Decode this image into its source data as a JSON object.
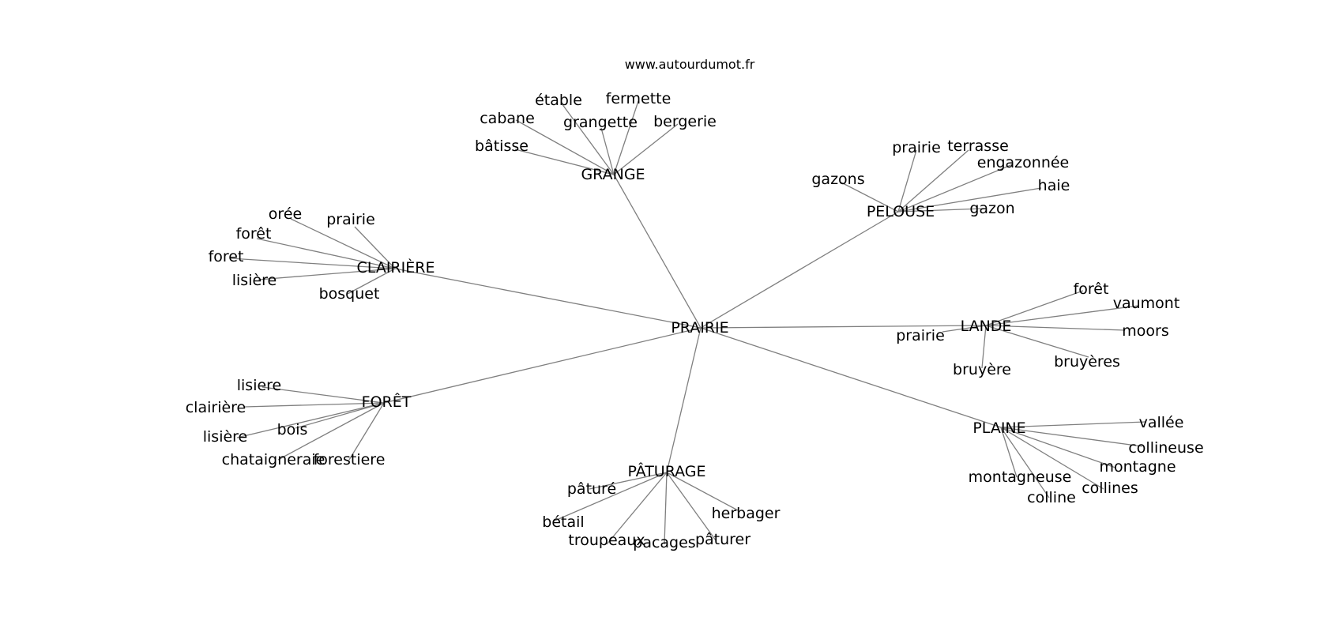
{
  "source": "www.autourdumot.fr",
  "center": {
    "id": "prairie-center",
    "label": "PRAIRIE"
  },
  "hubs": [
    {
      "id": "grange",
      "label": "GRANGE",
      "leaves": [
        {
          "id": "etable",
          "label": "étable"
        },
        {
          "id": "fermette",
          "label": "fermette"
        },
        {
          "id": "cabane",
          "label": "cabane"
        },
        {
          "id": "grangette",
          "label": "grangette"
        },
        {
          "id": "bergerie",
          "label": "bergerie"
        },
        {
          "id": "batisse",
          "label": "bâtisse"
        }
      ]
    },
    {
      "id": "pelouse",
      "label": "PELOUSE",
      "leaves": [
        {
          "id": "prairie-pelouse",
          "label": "prairie"
        },
        {
          "id": "terrasse",
          "label": "terrasse"
        },
        {
          "id": "engazonnee",
          "label": "engazonnée"
        },
        {
          "id": "gazons",
          "label": "gazons"
        },
        {
          "id": "haie",
          "label": "haie"
        },
        {
          "id": "gazon",
          "label": "gazon"
        }
      ]
    },
    {
      "id": "clairiere",
      "label": "CLAIRIÈRE",
      "leaves": [
        {
          "id": "oree",
          "label": "orée"
        },
        {
          "id": "prairie-clairiere",
          "label": "prairie"
        },
        {
          "id": "foret-accent-clairiere",
          "label": "forêt"
        },
        {
          "id": "foret-plain-clairiere",
          "label": "foret"
        },
        {
          "id": "lisiere-clairiere",
          "label": "lisière"
        },
        {
          "id": "bosquet",
          "label": "bosquet"
        }
      ]
    },
    {
      "id": "lande",
      "label": "LANDE",
      "leaves": [
        {
          "id": "foret-lande",
          "label": "forêt"
        },
        {
          "id": "vaumont",
          "label": "vaumont"
        },
        {
          "id": "moors",
          "label": "moors"
        },
        {
          "id": "prairie-lande",
          "label": "prairie"
        },
        {
          "id": "bruyeres",
          "label": "bruyères"
        },
        {
          "id": "bruyere",
          "label": "bruyère"
        }
      ]
    },
    {
      "id": "foret-hub",
      "label": "FORÊT",
      "leaves": [
        {
          "id": "lisiere-plain",
          "label": "lisiere"
        },
        {
          "id": "clairiere-leaf",
          "label": "clairière"
        },
        {
          "id": "bois",
          "label": "bois"
        },
        {
          "id": "lisiere-foret",
          "label": "lisière"
        },
        {
          "id": "chataigneraie",
          "label": "chataigneraie"
        },
        {
          "id": "forestiere",
          "label": "forestiere"
        }
      ]
    },
    {
      "id": "plaine",
      "label": "PLAINE",
      "leaves": [
        {
          "id": "vallee",
          "label": "vallée"
        },
        {
          "id": "collineuse",
          "label": "collineuse"
        },
        {
          "id": "montagne",
          "label": "montagne"
        },
        {
          "id": "montagneuse",
          "label": "montagneuse"
        },
        {
          "id": "collines",
          "label": "collines"
        },
        {
          "id": "colline",
          "label": "colline"
        }
      ]
    },
    {
      "id": "paturage",
      "label": "PÂTURAGE",
      "leaves": [
        {
          "id": "pature",
          "label": "pâturé"
        },
        {
          "id": "betail",
          "label": "bétail"
        },
        {
          "id": "herbager",
          "label": "herbager"
        },
        {
          "id": "troupeaux",
          "label": "troupeaux"
        },
        {
          "id": "pacages",
          "label": "pacages"
        },
        {
          "id": "paturer",
          "label": "pâturer"
        }
      ]
    }
  ]
}
